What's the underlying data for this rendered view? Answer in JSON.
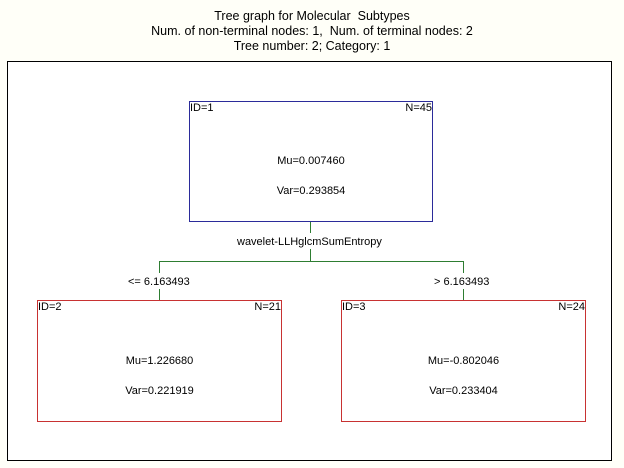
{
  "title": {
    "line1": "Tree graph for Molecular  Subtypes",
    "line2": "Num. of non-terminal nodes: 1,  Num. of terminal nodes: 2",
    "line3": "Tree number: 2; Category: 1"
  },
  "nodes": [
    {
      "id": "ID=1",
      "n": "N=45",
      "mu": "Mu=0.007460",
      "var": "Var=0.293854"
    },
    {
      "id": "ID=2",
      "n": "N=21",
      "mu": "Mu=1.226680",
      "var": "Var=0.221919"
    },
    {
      "id": "ID=3",
      "n": "N=24",
      "mu": "Mu=-0.802046",
      "var": "Var=0.233404"
    }
  ],
  "split": {
    "variable": "wavelet-LLHglcmSumEntropy",
    "left_condition": "<= 6.163493",
    "right_condition": "> 6.163493"
  },
  "colors": {
    "root_border": "#2b2b9a",
    "leaf_border": "#c83232",
    "edge": "#2e7d32"
  }
}
